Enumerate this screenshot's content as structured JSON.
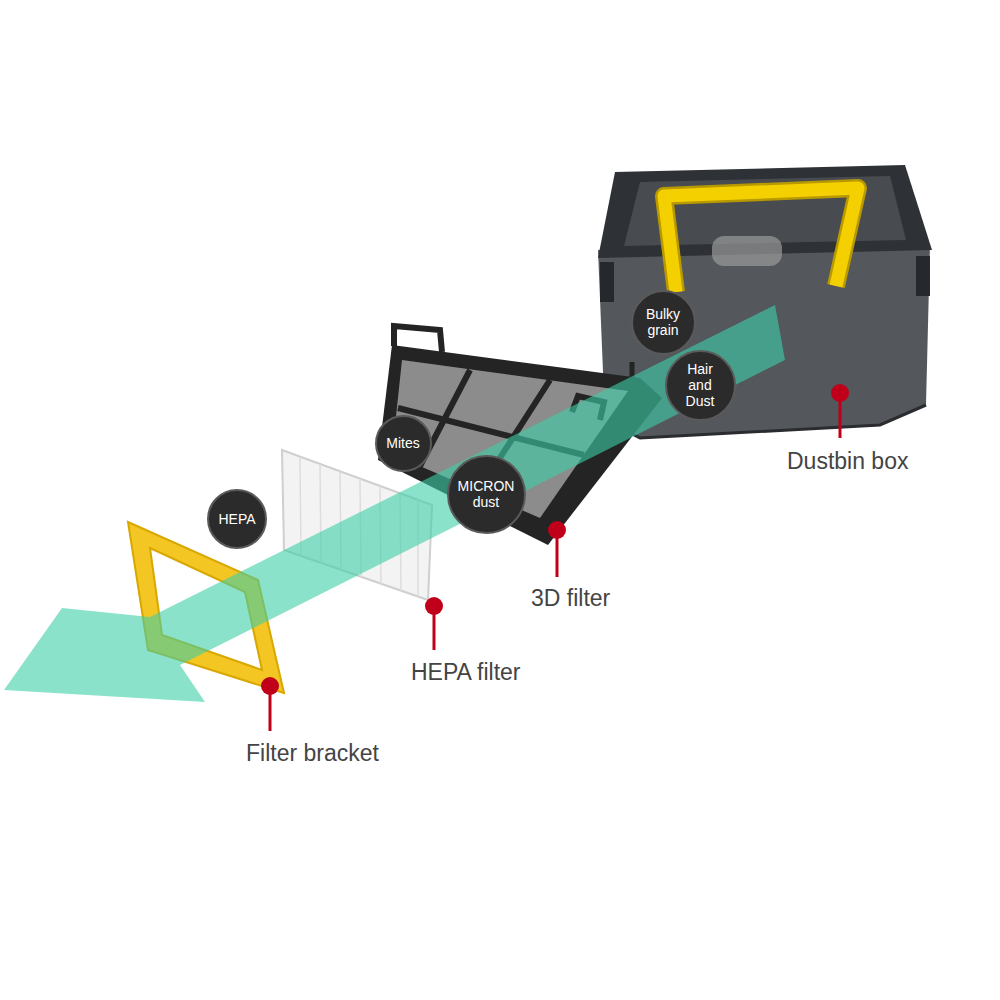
{
  "diagram": {
    "nodes": [
      {
        "text": [
          "Bulky grain"
        ]
      },
      {
        "text": [
          "Hair and Dust"
        ]
      },
      {
        "text": [
          "Mites"
        ]
      },
      {
        "text": [
          "MICRON dust"
        ]
      },
      {
        "text": [
          "HEPA"
        ]
      }
    ],
    "labels": [
      "Dustbin box",
      "3D filter",
      "HEPA filter",
      "Filter bracket"
    ]
  }
}
